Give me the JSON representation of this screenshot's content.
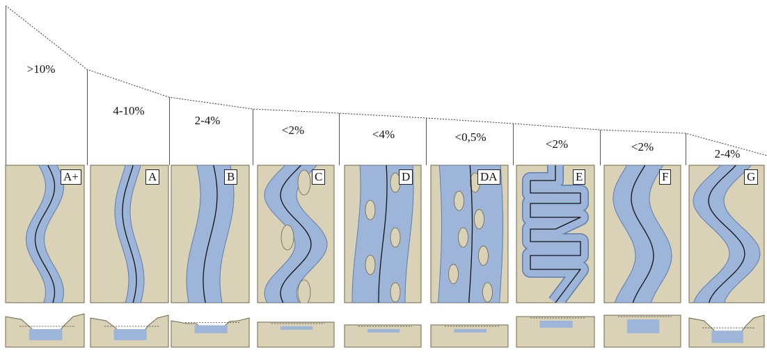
{
  "panels": [
    {
      "label": "A+",
      "slope": ">10%"
    },
    {
      "label": "A",
      "slope": "4-10%"
    },
    {
      "label": "B",
      "slope": "2-4%"
    },
    {
      "label": "C",
      "slope": "<2%"
    },
    {
      "label": "D",
      "slope": "<4%"
    },
    {
      "label": "DA",
      "slope": "<0,5%"
    },
    {
      "label": "E",
      "slope": "<2%"
    },
    {
      "label": "F",
      "slope": "<2%"
    },
    {
      "label": "G",
      "slope": "2-4%"
    }
  ],
  "colors": {
    "land": "#d9d2b6",
    "water": "#9db5d8",
    "water_edge": "#5d7cae",
    "outline": "#6e6548",
    "line": "#111111"
  }
}
